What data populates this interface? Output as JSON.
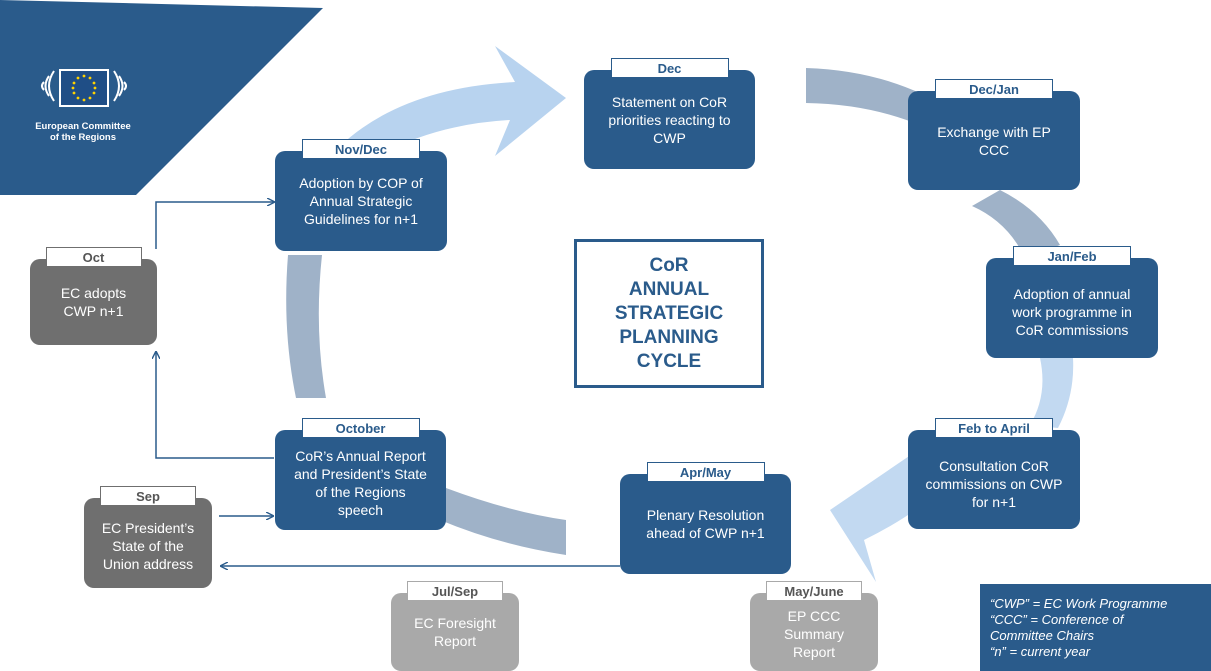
{
  "logo": {
    "text": "European Committee\nof the Regions"
  },
  "title": "CoR\nANNUAL\nSTRATEGIC\nPLANNING\nCYCLE",
  "nodes": {
    "dec": {
      "tag": "Dec",
      "text": "Statement on CoR\npriorities reacting to\nCWP"
    },
    "decjan": {
      "tag": "Dec/Jan",
      "text": "Exchange with EP\nCCC"
    },
    "janfeb": {
      "tag": "Jan/Feb",
      "text": "Adoption of annual\nwork programme in\nCoR commissions"
    },
    "febapril": {
      "tag": "Feb to April",
      "text": "Consultation CoR\ncommissions on CWP\nfor n+1"
    },
    "aprmay": {
      "tag": "Apr/May",
      "text": "Plenary Resolution\nahead of CWP n+1"
    },
    "october": {
      "tag": "October",
      "text": "CoR’s Annual Report\nand President’s State\nof the Regions\nspeech"
    },
    "novdec": {
      "tag": "Nov/Dec",
      "text": "Adoption by COP of\nAnnual Strategic\nGuidelines for n+1"
    },
    "oct": {
      "tag": "Oct",
      "text": "EC adopts\nCWP n+1"
    },
    "sep": {
      "tag": "Sep",
      "text": "EC President’s\nState of the\nUnion address"
    },
    "julsep": {
      "tag": "Jul/Sep",
      "text": "EC Foresight\nReport"
    },
    "mayjune": {
      "tag": "May/June",
      "text": "EP CCC\nSummary\nReport"
    }
  },
  "legend": [
    "“CWP” = EC Work Programme",
    "“CCC” = Conference of",
    "Committee Chairs",
    "“n” = current year"
  ],
  "colors": {
    "primary": "#2a5b8b",
    "dark_gray": "#6f6f6f",
    "light_gray": "#a9a9a9",
    "cycle_blue": "#b8d3ef",
    "cycle_gray": "#9fb2c8"
  }
}
